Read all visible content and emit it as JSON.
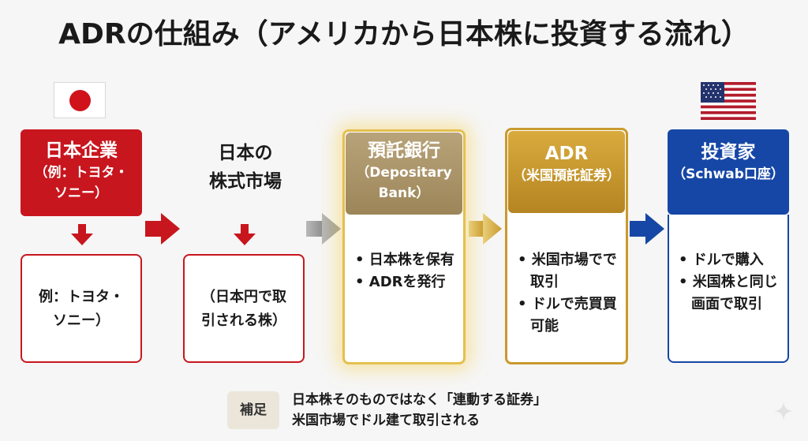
{
  "title": "ADRの仕組み（アメリカから日本株に投資する流れ）",
  "columns": [
    {
      "header_line1": "日本企業",
      "header_line2": "（例：トヨタ・",
      "header_line3": "ソニー）",
      "box_line1": "例：トヨタ・",
      "box_line2": "ソニー）"
    },
    {
      "header_line1": "日本の",
      "header_line2": "株式市場",
      "box_line1": "（日本円で取",
      "box_line2": "引される株）"
    },
    {
      "header_line1": "預託銀行",
      "header_line2": "（Depositary",
      "header_line3": "Bank）",
      "bullets": [
        "日本株を保有",
        "ADRを発行"
      ]
    },
    {
      "header_line1": "ADR",
      "header_line2": "（米国預託証券）",
      "bullets": [
        "米国市場でで取引",
        "ドルで売買買可能"
      ]
    },
    {
      "header_line1": "投資家",
      "header_line2": "（Schwab口座）",
      "bullets": [
        "ドルで購入",
        "米国株と同じ画面で取引"
      ]
    }
  ],
  "note": {
    "tag": "補足",
    "line1": "日本株そのものではなく「連動する証券」",
    "line2": "米国市場でドル建て取引される"
  },
  "colors": {
    "red": "#c8161e",
    "gold": "#b8a37a",
    "adr_gold": "#c99a2e",
    "blue": "#1647a6",
    "arrow_gray": "#9a9a9a"
  },
  "icons": [
    "japan-flag-icon",
    "us-flag-icon",
    "arrow-right-icon",
    "arrow-down-icon",
    "sparkle-icon"
  ]
}
